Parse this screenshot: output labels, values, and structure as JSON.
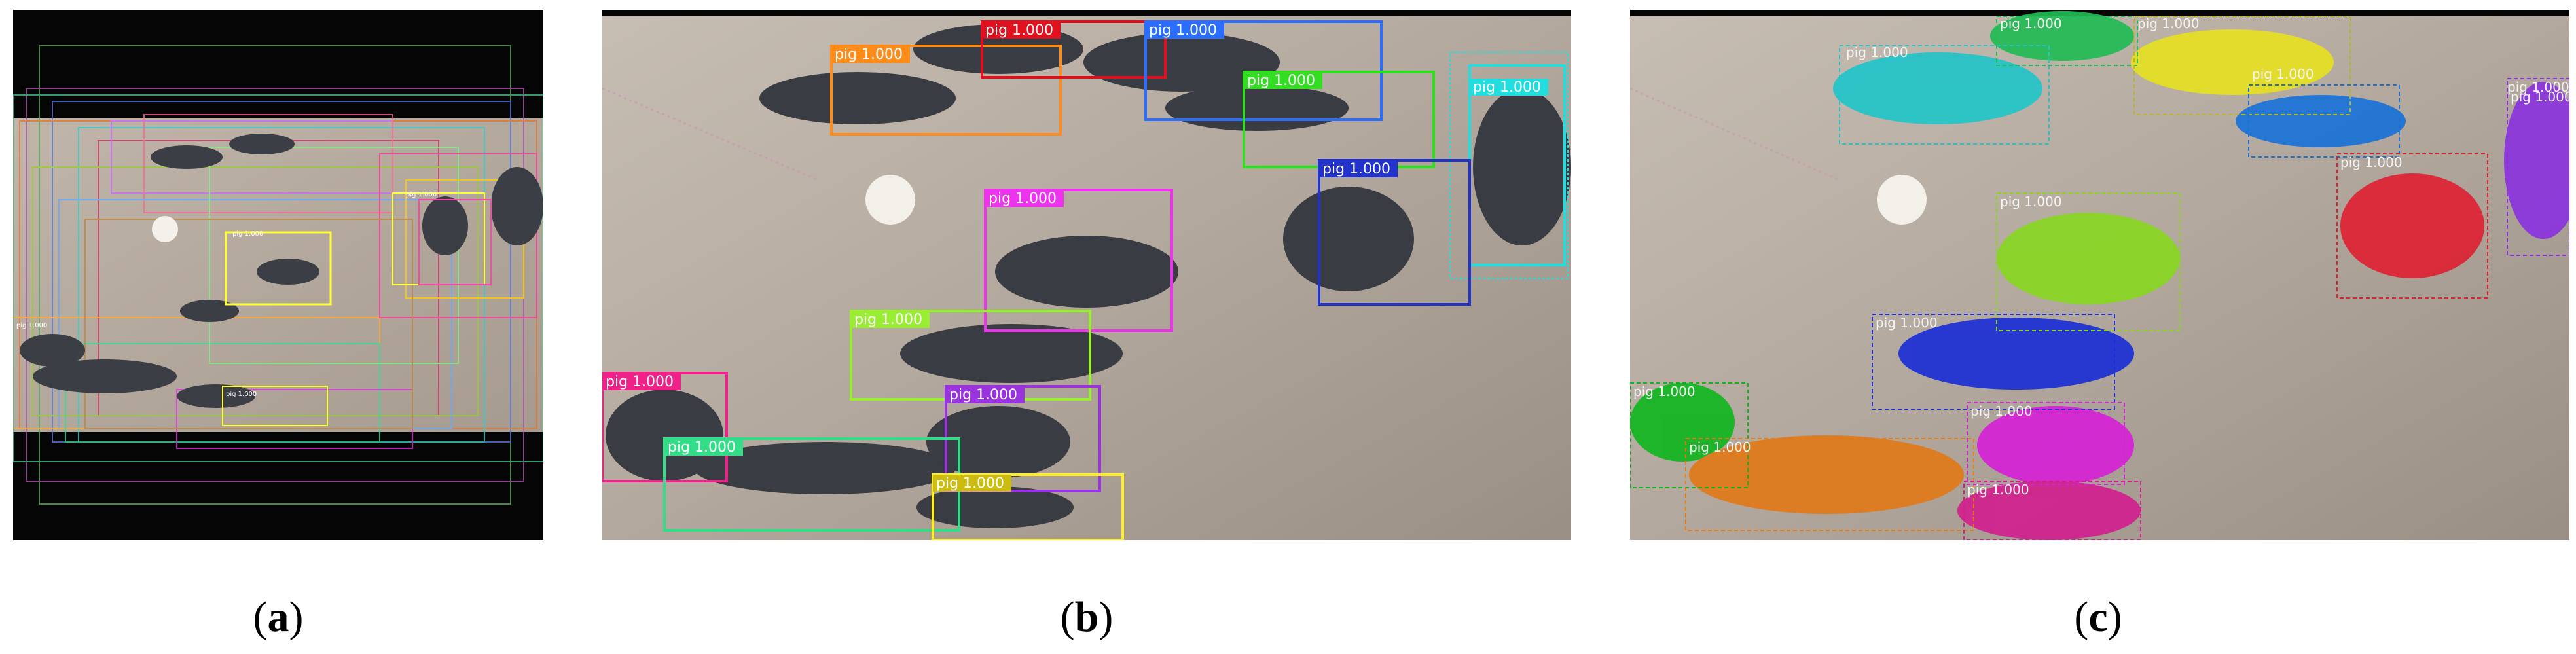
{
  "figure": {
    "panels": [
      {
        "id": "a",
        "caption_letter": "a",
        "description": "",
        "labels": [
          "pig 1.000",
          "pig 1.000",
          "pig 1.000",
          "pig 1.000"
        ]
      },
      {
        "id": "b",
        "caption_letter": "b",
        "labels": [
          "pig 1.000",
          "pig 1.000",
          "pig 1.000",
          "pig 1.000",
          "pig 1.000",
          "pig 1.000",
          "pig 1.000",
          "pig 1.000",
          "pig 1.000",
          "pig 1.000",
          "pig 1.000",
          "pig 1.000"
        ]
      },
      {
        "id": "c",
        "caption_letter": "c",
        "labels": [
          "pig 1.000",
          "pig 1.000",
          "pig 1.000",
          "pig 1.000",
          "pig 1.000",
          "pig 1.000",
          "pig 1.000",
          "pig 1.000",
          "pig 1.000",
          "pig 1.000",
          "pig 1.000",
          "pig 1.000",
          "pig 1.000"
        ]
      }
    ],
    "colors": {
      "floor": "#b8aca0",
      "pig": "#3b3d44",
      "black_bar": "#050505"
    }
  }
}
